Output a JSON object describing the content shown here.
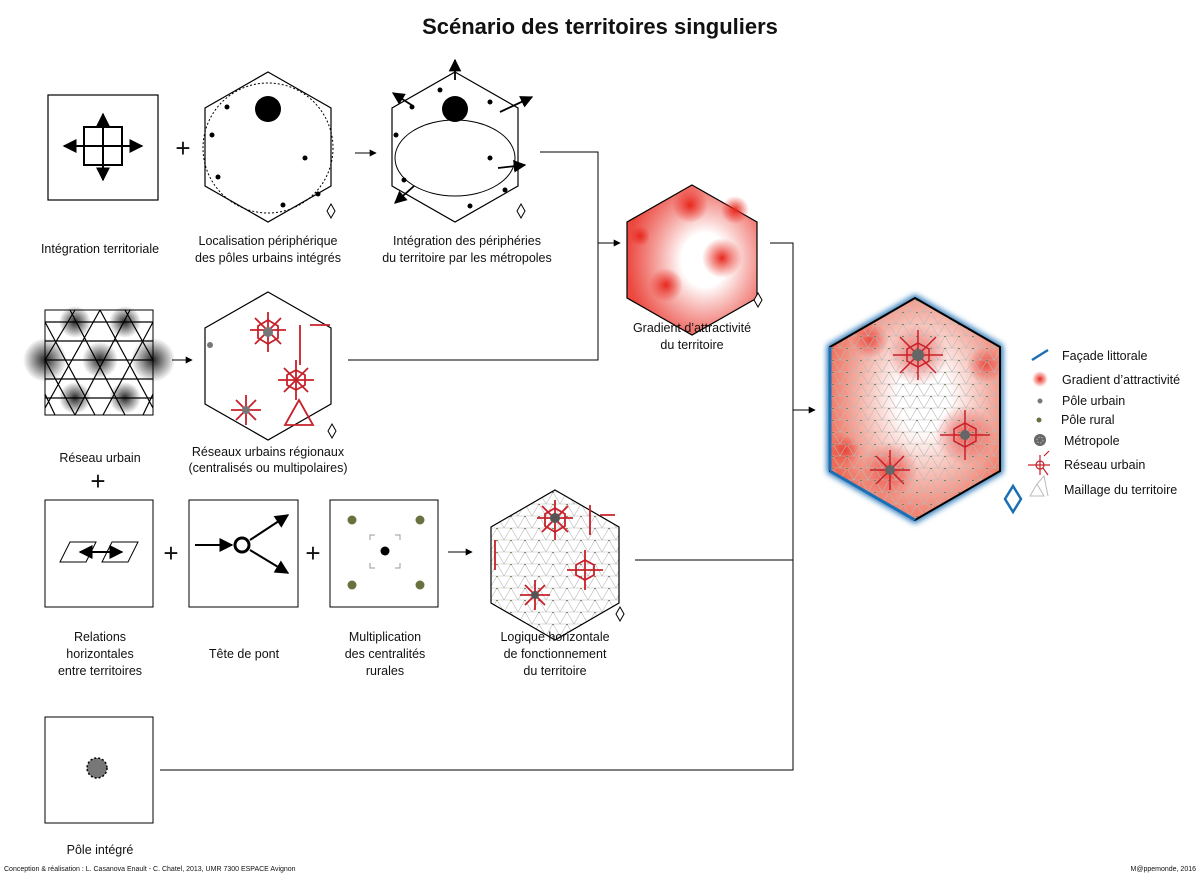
{
  "title": "Scénario des territoires singuliers",
  "panels": {
    "integration_territoriale": {
      "label": "Intégration territoriale"
    },
    "localisation": {
      "label_line1": "Localisation périphérique",
      "label_line2": "des pôles urbains intégrés"
    },
    "integration_peripheries": {
      "label_line1": "Intégration des périphéries",
      "label_line2": "du territoire par les métropoles"
    },
    "gradient": {
      "label_line1": "Gradient d’attractivité",
      "label_line2": "du territoire"
    },
    "reseau_urbain": {
      "label": "Réseau urbain"
    },
    "reseaux_regionaux": {
      "label_line1": "Réseaux urbains régionaux",
      "label_line2": "(centralisés ou multipolaires)"
    },
    "relations": {
      "label_line1": "Relations",
      "label_line2": "horizontales",
      "label_line3": "entre territoires"
    },
    "tete_de_pont": {
      "label": "Tête de pont"
    },
    "multiplication": {
      "label_line1": "Multiplication",
      "label_line2": "des centralités",
      "label_line3": "rurales"
    },
    "logique": {
      "label_line1": "Logique horizontale",
      "label_line2": "de fonctionnement",
      "label_line3": "du territoire"
    },
    "pole_integre": {
      "label": "Pôle intégré"
    }
  },
  "operators": {
    "plus": "+"
  },
  "legend": [
    {
      "label": "Façade littorale",
      "icon": "coast-line-icon",
      "color": "#1a6fb5"
    },
    {
      "label": "Gradient d’attractivité",
      "icon": "gradient-icon",
      "color": "#e8281e"
    },
    {
      "label": "Pôle urbain",
      "icon": "urban-pole-icon",
      "color": "#777777"
    },
    {
      "label": "Pôle rural",
      "icon": "rural-pole-icon",
      "color": "#6b7040"
    },
    {
      "label": "Métropole",
      "icon": "metropole-icon",
      "color": "#666666"
    },
    {
      "label": "Réseau urbain",
      "icon": "urban-network-icon",
      "color": "#c8202a"
    },
    {
      "label": "Maillage du territoire",
      "icon": "mesh-icon",
      "color": "#bbbbbb"
    }
  ],
  "footer": {
    "credits": "Conception & réalisation : L. Casanova Enault - C. Chatel, 2013, UMR 7300 ESPACE Avignon",
    "brand": "M@ppemonde, 2016"
  }
}
